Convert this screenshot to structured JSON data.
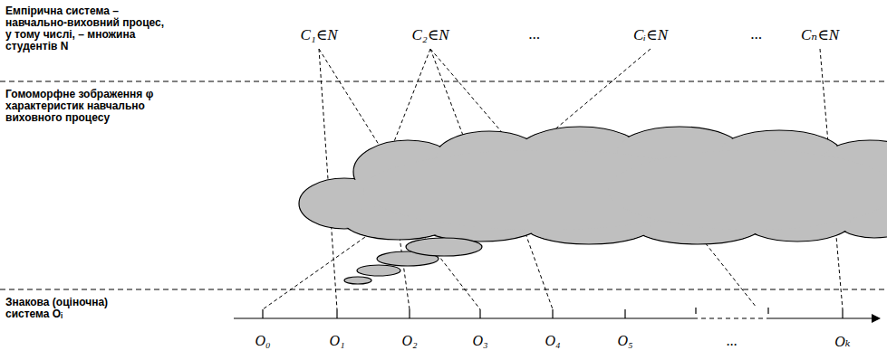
{
  "diagram": {
    "labels": [
      "Емпірична система – навчально-виховний процес, у тому числі, – множина студентів N",
      "C₁∈N",
      "C₂∈N",
      "...",
      "Cᵢ∈N",
      "...",
      "Cₙ∈N",
      "Гомоморфне зображення φ характеристик навчально виховного процесу",
      "Знакова (оціночна) система Oᵢ",
      "O₀",
      "O₁",
      "O₂",
      "O₃",
      "O₄",
      "O₅",
      "...",
      "Oₖ"
    ]
  }
}
